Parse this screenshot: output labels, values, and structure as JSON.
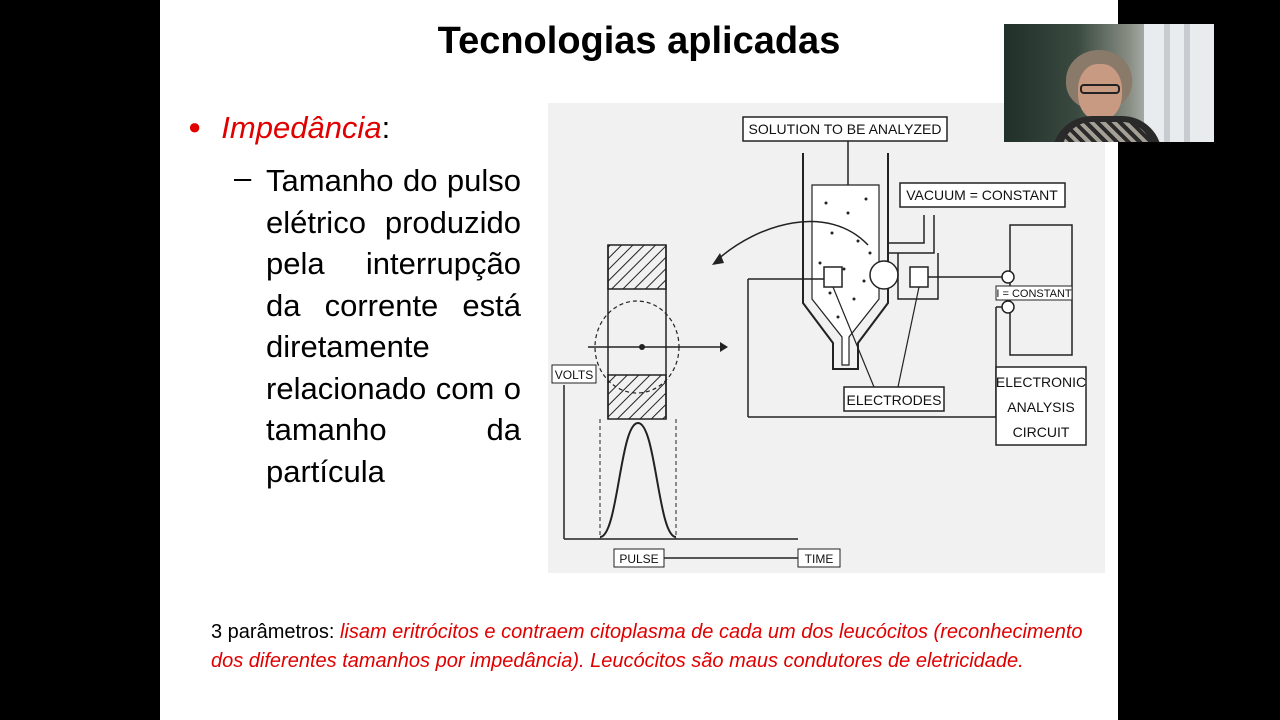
{
  "slide": {
    "title": "Tecnologias aplicadas",
    "bullet": {
      "term": "Impedância",
      "suffix": ":",
      "sub_dash": "–",
      "sub_text": "Tamanho do pulso elétrico produzido pela interrupção da corrente está diretamente relacionado com o tamanho da partícula"
    },
    "footer": {
      "lead": "3 parâmetros: ",
      "red": "lisam eritrócitos e contraem citoplasma de cada um dos leucócitos (reconhecimento dos diferentes tamanhos por impedância). Leucócitos são maus condutores de eletricidade."
    }
  },
  "figure": {
    "labels": {
      "solution": "SOLUTION TO BE ANALYZED",
      "vacuum": "VACUUM = CONSTANT",
      "constant": "I = CONSTANT",
      "electrodes": "ELECTRODES",
      "circuit_line1": "ELECTRONIC",
      "circuit_line2": "ANALYSIS",
      "circuit_line3": "CIRCUIT",
      "volts": "VOLTS",
      "pulse": "PULSE",
      "time": "TIME"
    }
  },
  "colors": {
    "accent_red": "#e00000",
    "figure_bg": "#f1f1f1"
  }
}
